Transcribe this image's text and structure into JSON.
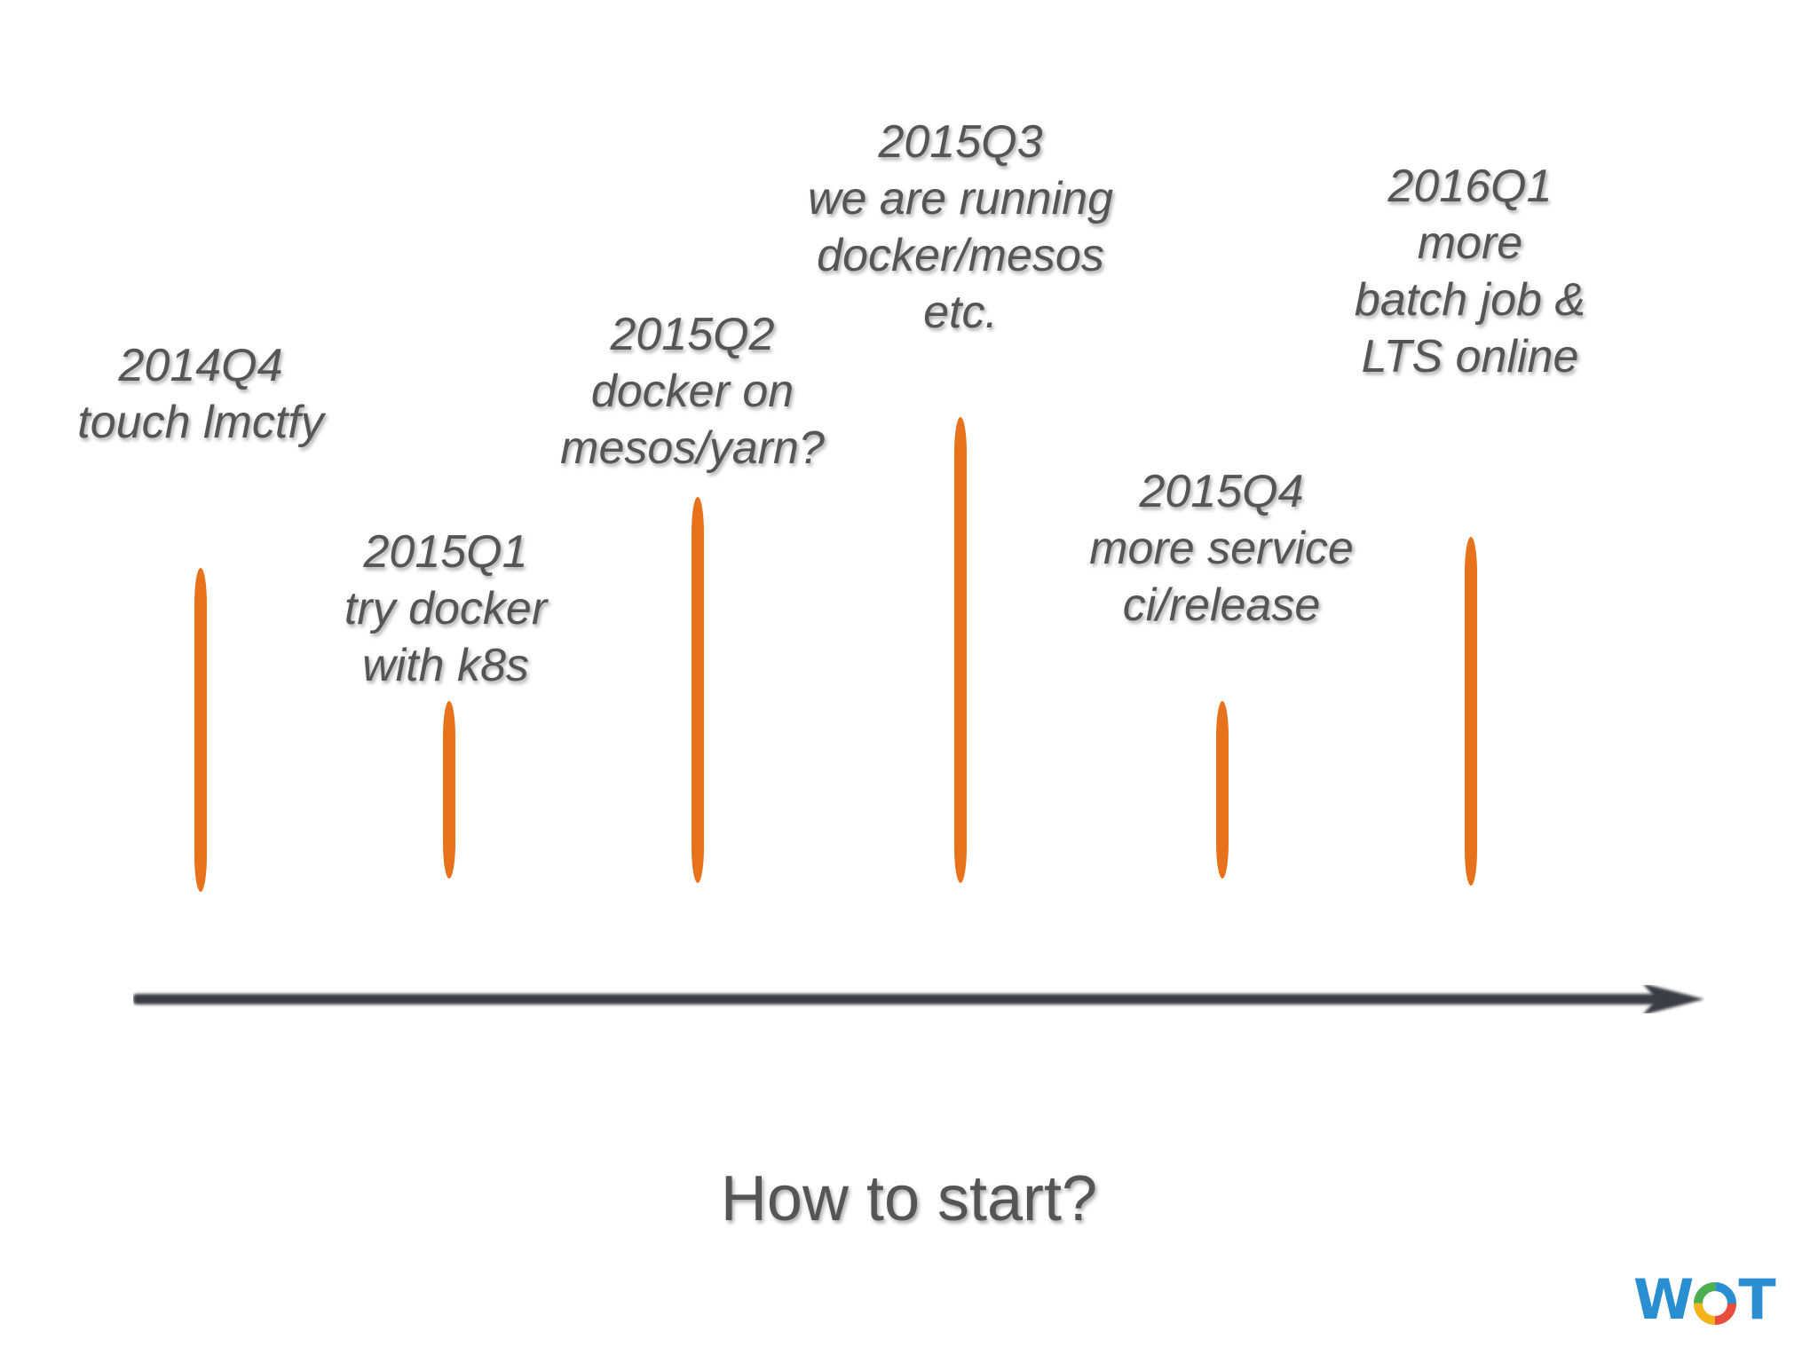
{
  "milestones": [
    {
      "lines": [
        "2014Q4",
        "touch lmctfy"
      ]
    },
    {
      "lines": [
        "2015Q1",
        "try docker",
        "with k8s"
      ]
    },
    {
      "lines": [
        "2015Q2",
        "docker on",
        "mesos/yarn?"
      ]
    },
    {
      "lines": [
        "2015Q3",
        "we are running",
        "docker/mesos",
        "etc."
      ]
    },
    {
      "lines": [
        "2015Q4",
        "more service",
        "ci/release"
      ]
    },
    {
      "lines": [
        "2016Q1",
        "more",
        "batch job &",
        "LTS online"
      ]
    }
  ],
  "footer": {
    "question": "How to start?"
  },
  "logo": {
    "text_w": "W",
    "text_t": "T"
  },
  "colors": {
    "bar": "#e8721c",
    "axis": "#3a3d44",
    "text": "#555555",
    "logo": "#2a8fd0"
  }
}
